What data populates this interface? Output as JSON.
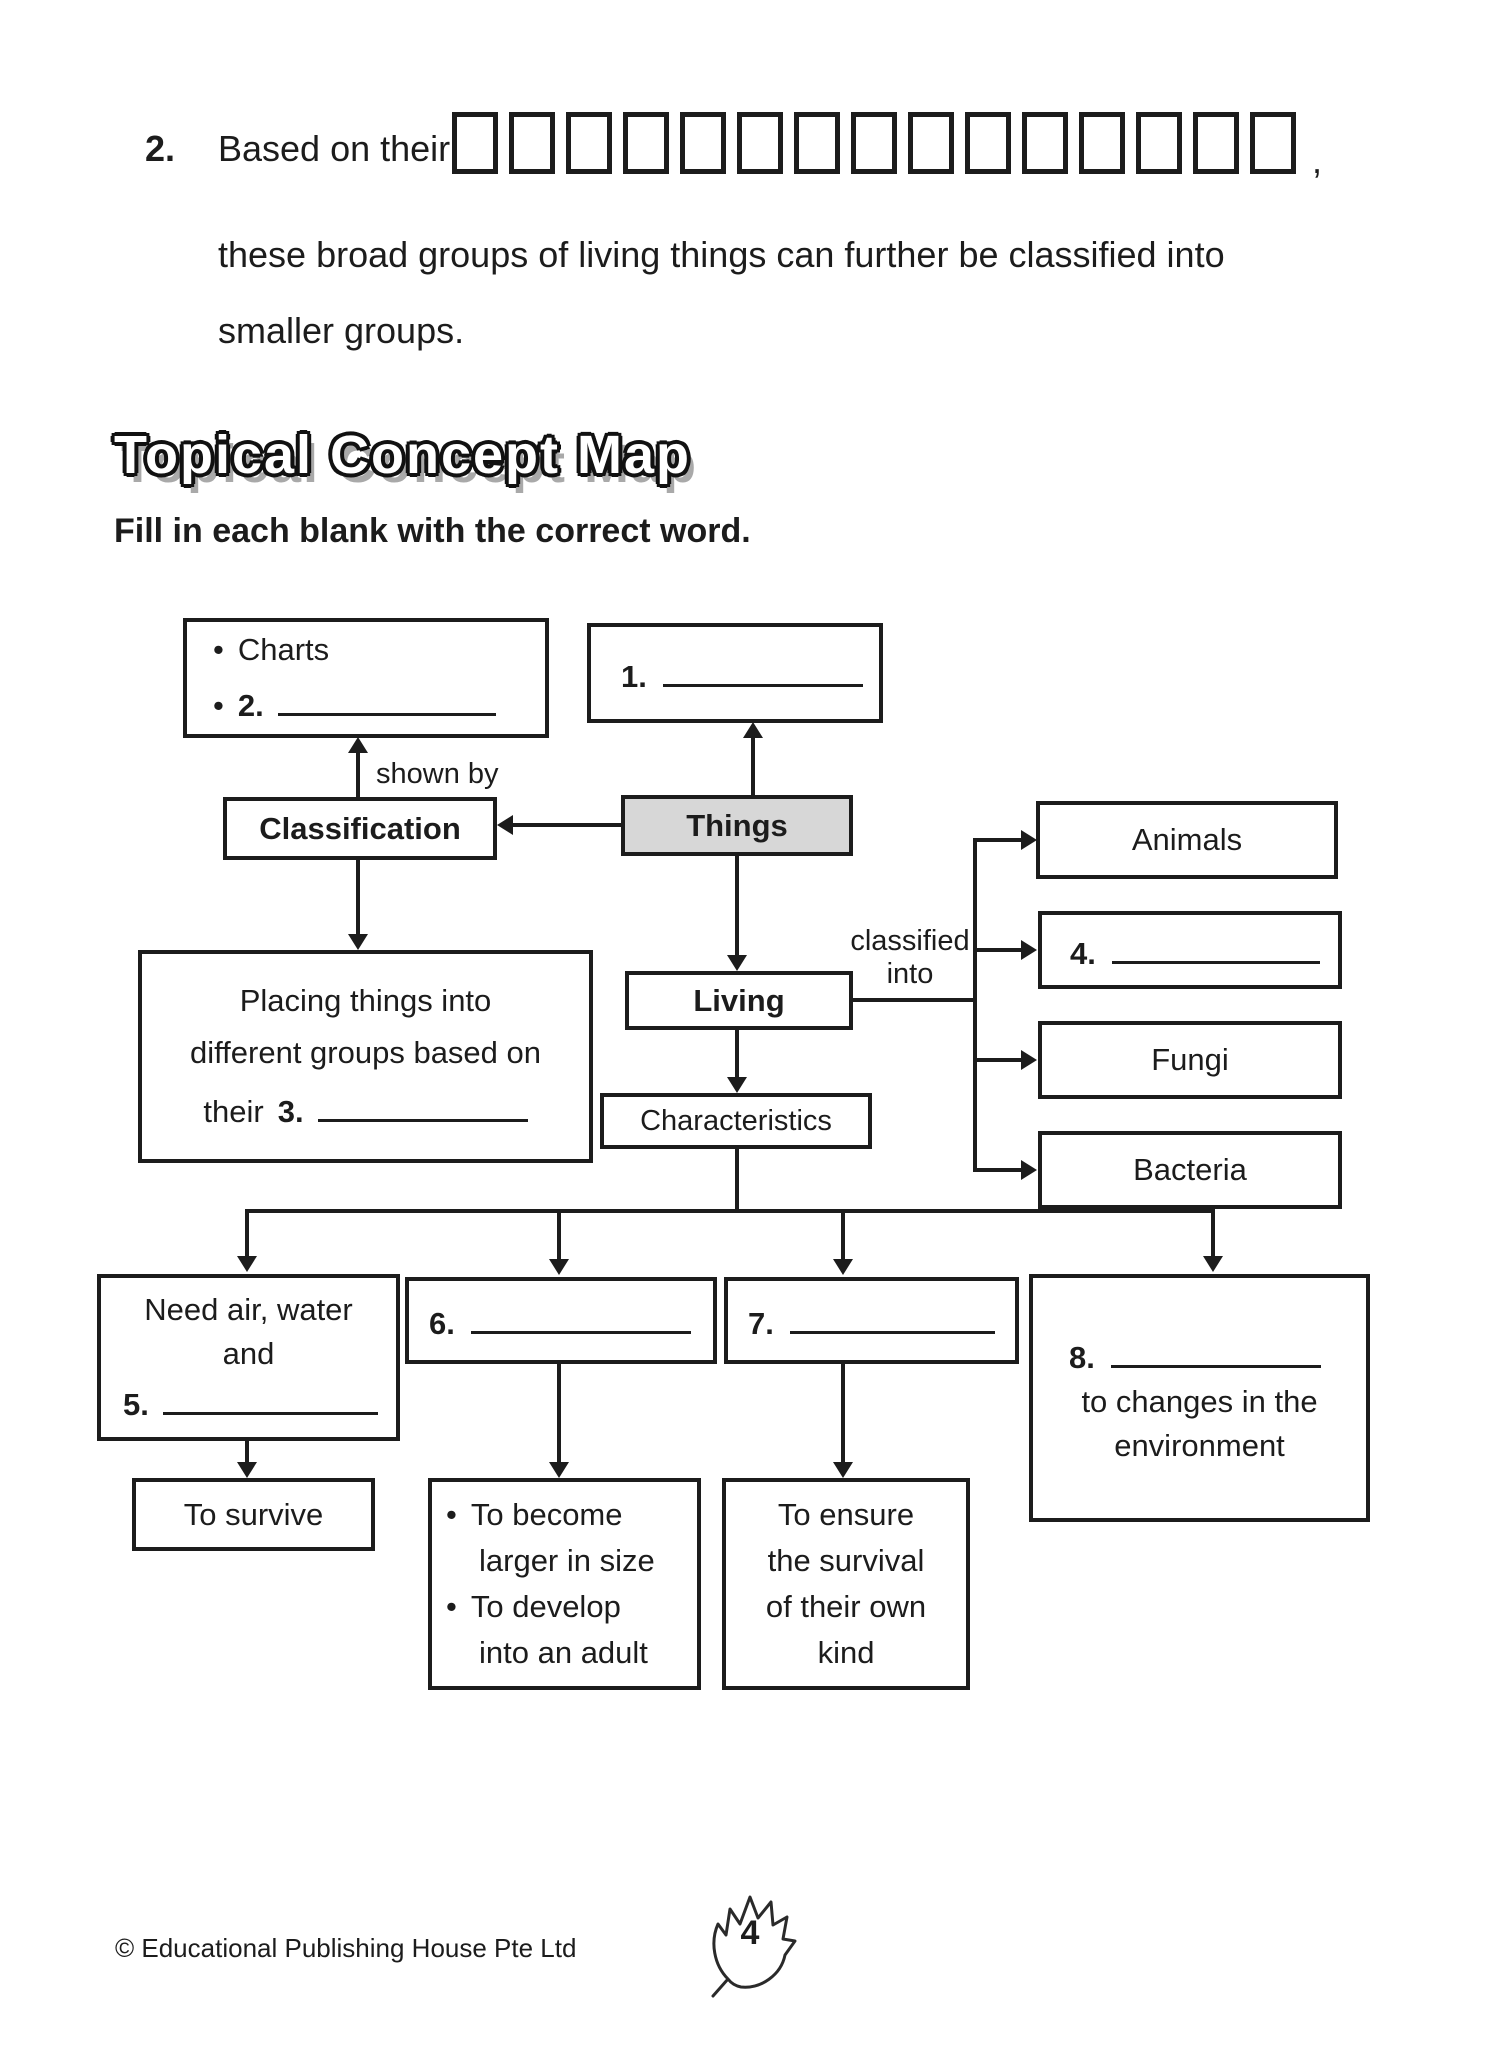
{
  "question": {
    "number": "2.",
    "lead": "Based on their",
    "letter_box_count": 15,
    "after_boxes": ",",
    "line2": "these broad groups of living things can further be classified into",
    "line3": "smaller groups."
  },
  "heading": {
    "title": "Topical Concept Map",
    "instruction": "Fill in each blank with the correct word."
  },
  "map": {
    "bullet": "•",
    "charts": {
      "item1": "Charts",
      "item2_number": "2."
    },
    "box1": {
      "number": "1."
    },
    "classification": {
      "label": "Classification"
    },
    "things": {
      "label": "Things"
    },
    "shown_by": "shown by",
    "placing": {
      "line1": "Placing things into",
      "line2": "different groups based on",
      "line3_prefix": "their",
      "number": "3."
    },
    "living": {
      "label": "Living"
    },
    "classified_into": {
      "line1": "classified",
      "line2": "into"
    },
    "animals": {
      "label": "Animals"
    },
    "box4": {
      "number": "4."
    },
    "fungi": {
      "label": "Fungi"
    },
    "bacteria": {
      "label": "Bacteria"
    },
    "characteristics": {
      "label": "Characteristics"
    },
    "need": {
      "line1": "Need air, water",
      "line2": "and",
      "number": "5."
    },
    "box6": {
      "number": "6."
    },
    "box7": {
      "number": "7."
    },
    "box8": {
      "number": "8.",
      "line2": "to changes in the",
      "line3": "environment"
    },
    "survive": {
      "label": "To survive"
    },
    "become": {
      "b1l1": "To become",
      "b1l2": "larger in size",
      "b2l1": "To develop",
      "b2l2": "into an adult"
    },
    "ensure": {
      "line1": "To ensure",
      "line2": "the survival",
      "line3": "of their own",
      "line4": "kind"
    }
  },
  "footer": {
    "copyright": "© Educational Publishing House Pte Ltd",
    "page_number": "4"
  },
  "colors": {
    "ink": "#1c1c1c",
    "things_fill": "#d7d7d7",
    "title_shadow": "#a9a9a9"
  }
}
